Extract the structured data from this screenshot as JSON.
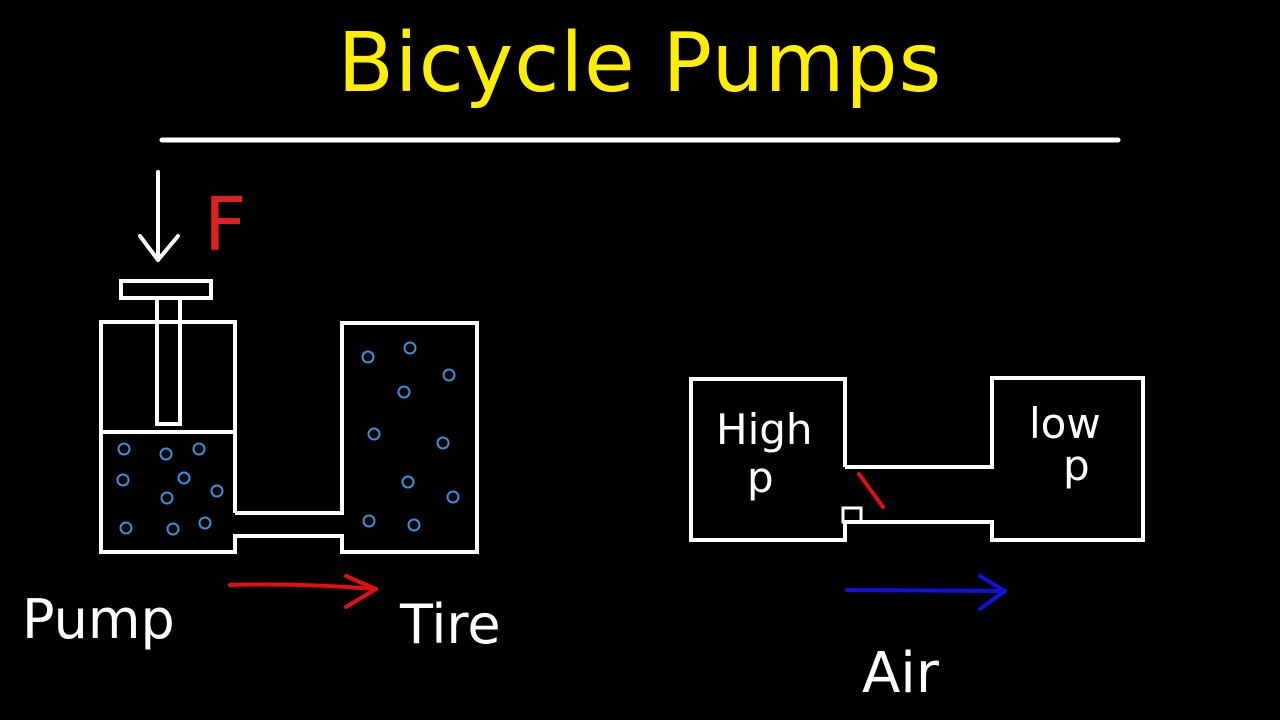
{
  "title": "Bicycle Pumps",
  "force_label": "F",
  "pump_label": "Pump",
  "tire_label": "Tire",
  "high_label_line1": "High",
  "high_label_line2": "p",
  "low_label_line1": "low",
  "low_label_line2": "p",
  "air_label": "Air",
  "colors": {
    "title": "#ffee00",
    "lines": "#ffffff",
    "force": "#e02020",
    "pump_arrow": "#e01010",
    "air_arrow": "#1010e0",
    "molecules": "#3a8fd8",
    "valve": "#e01010"
  }
}
